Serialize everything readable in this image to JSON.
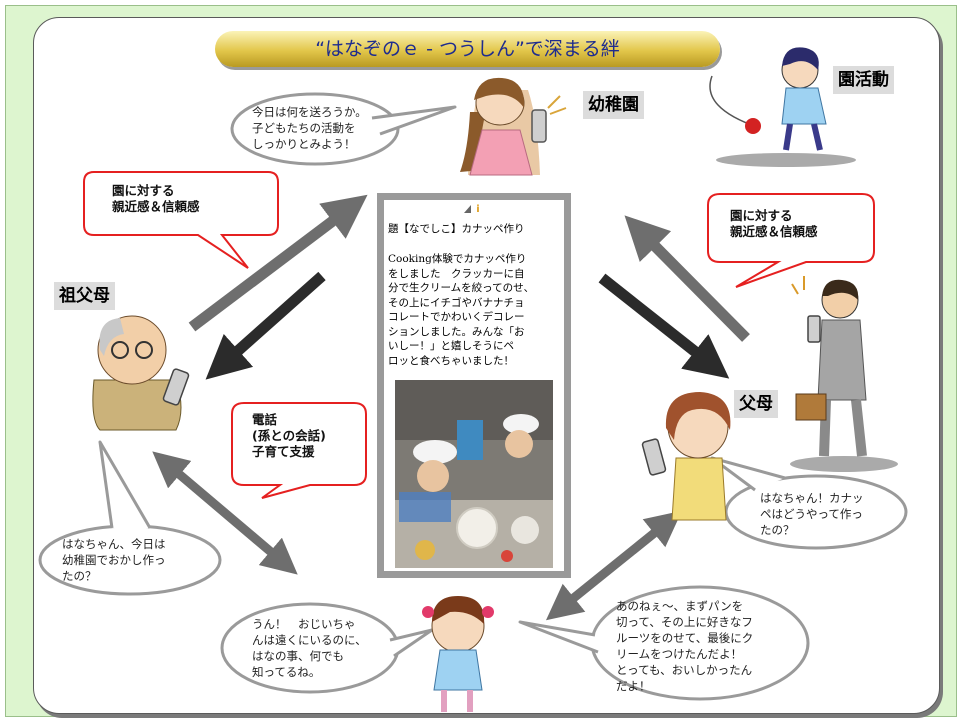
{
  "title": "“はなぞのｅ - つうしん”で深まる絆",
  "labels": {
    "kindergarten": "幼稚園",
    "garden_activity": "園活動",
    "grandparents": "祖父母",
    "parents": "父母"
  },
  "bubbles": {
    "teacher": "今日は何を送ろうか。\n子どもたちの活動を\nしっかりとみよう！",
    "grandparent": "はなちゃん、今日は\n幼稚園でおかし作っ\nたの？",
    "mother": "はなちゃん！カナッ\nペはどうやって作っ\nたの？",
    "child_left": "うん！　おじいちゃ\nんは遠くにいるのに、\nはなの事、何でも\n知ってるね。",
    "child_right": "あのねぇ～、まずパンを\n切って、その上に好きなフ\nルーツをのせて、最後にク\nリームをつけたんだよ！\nとっても、おいしかったん\nだよ！"
  },
  "callouts": {
    "trust_left": "園に対する\n親近感＆信頼感",
    "trust_right": "園に対する\n親近感＆信頼感",
    "phone": "電話\n(孫との会話)\n子育て支援"
  },
  "phone_screen": {
    "status": "ⅰ",
    "post_title": "題【なでしこ】カナッペ作り",
    "post_body": "Cooking体験でカナッペ作り\nをしました　クラッカーに自\n分で生クリームを絞ってのせ、\nその上にイチゴやバナナチョ\nコレートでかわいくデコレー\nションしました。みんな「お\nいしー！」と嬉しそうにペ\nロッと食べちゃいました！"
  },
  "colors": {
    "background": "#ddf5cf",
    "title_text": "#1e2c8f",
    "callout_border": "#e52020",
    "arrow_gray": "#6e6e6e",
    "arrow_dark": "#2b2b2b",
    "label_bg": "#dcdcdc"
  }
}
